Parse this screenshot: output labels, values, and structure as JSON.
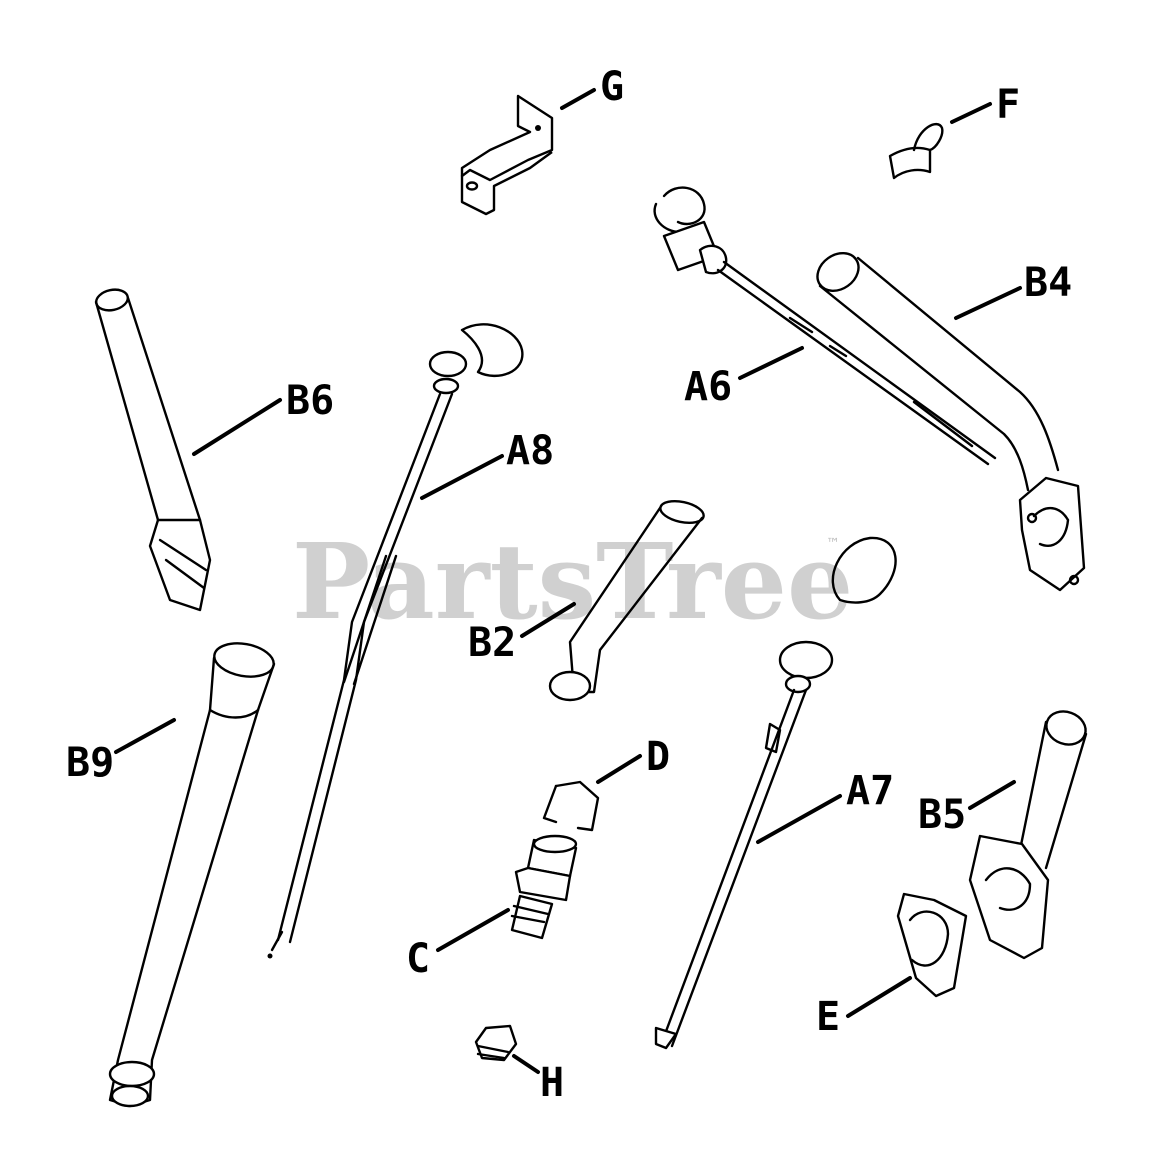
{
  "watermark": {
    "text": "PartsTree",
    "mark": "™"
  },
  "callouts": {
    "G": "G",
    "F": "F",
    "B4": "B4",
    "B6": "B6",
    "A6": "A6",
    "A8": "A8",
    "B2": "B2",
    "B9": "B9",
    "D": "D",
    "A7": "A7",
    "B5": "B5",
    "C": "C",
    "E": "E",
    "H": "H"
  }
}
